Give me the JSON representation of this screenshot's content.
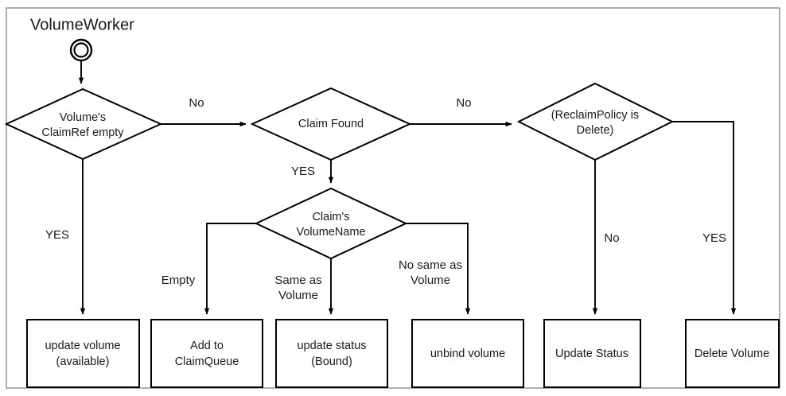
{
  "diagram": {
    "title": "VolumeWorker",
    "frame": {
      "color": "#9a9a9a"
    },
    "stroke_color": "#000000",
    "text_color": "#1a1a1a",
    "background": "#ffffff",
    "start_node": {
      "name": "start-node",
      "shape": "double-circle"
    },
    "decisions": [
      {
        "id": "d1",
        "line1": "Volume's",
        "line2": "ClaimRef empty"
      },
      {
        "id": "d2",
        "line1": "Claim Found",
        "line2": ""
      },
      {
        "id": "d3",
        "line1": "(ReclaimPolicy is",
        "line2": "Delete)"
      },
      {
        "id": "d4",
        "line1": "Claim's",
        "line2": "VolumeName"
      }
    ],
    "actions": [
      {
        "id": "a1",
        "line1": "update volume",
        "line2": "(available)"
      },
      {
        "id": "a2",
        "line1": "Add to",
        "line2": "ClaimQueue"
      },
      {
        "id": "a3",
        "line1": "update status",
        "line2": "(Bound)"
      },
      {
        "id": "a4",
        "line1": "unbind volume",
        "line2": ""
      },
      {
        "id": "a5",
        "line1": "Update Status",
        "line2": ""
      },
      {
        "id": "a6",
        "line1": "Delete Volume",
        "line2": ""
      }
    ],
    "edge_labels": [
      {
        "id": "e1",
        "text": "No"
      },
      {
        "id": "e2",
        "text": "No"
      },
      {
        "id": "e3",
        "text": "YES"
      },
      {
        "id": "e4",
        "text": "YES"
      },
      {
        "id": "e5",
        "text": "No"
      },
      {
        "id": "e6",
        "text": "YES"
      },
      {
        "id": "e7",
        "line1": "Empty",
        "line2": ""
      },
      {
        "id": "e8",
        "line1": "Same as",
        "line2": "Volume"
      },
      {
        "id": "e9",
        "line1": "No same as",
        "line2": "Volume"
      }
    ]
  }
}
